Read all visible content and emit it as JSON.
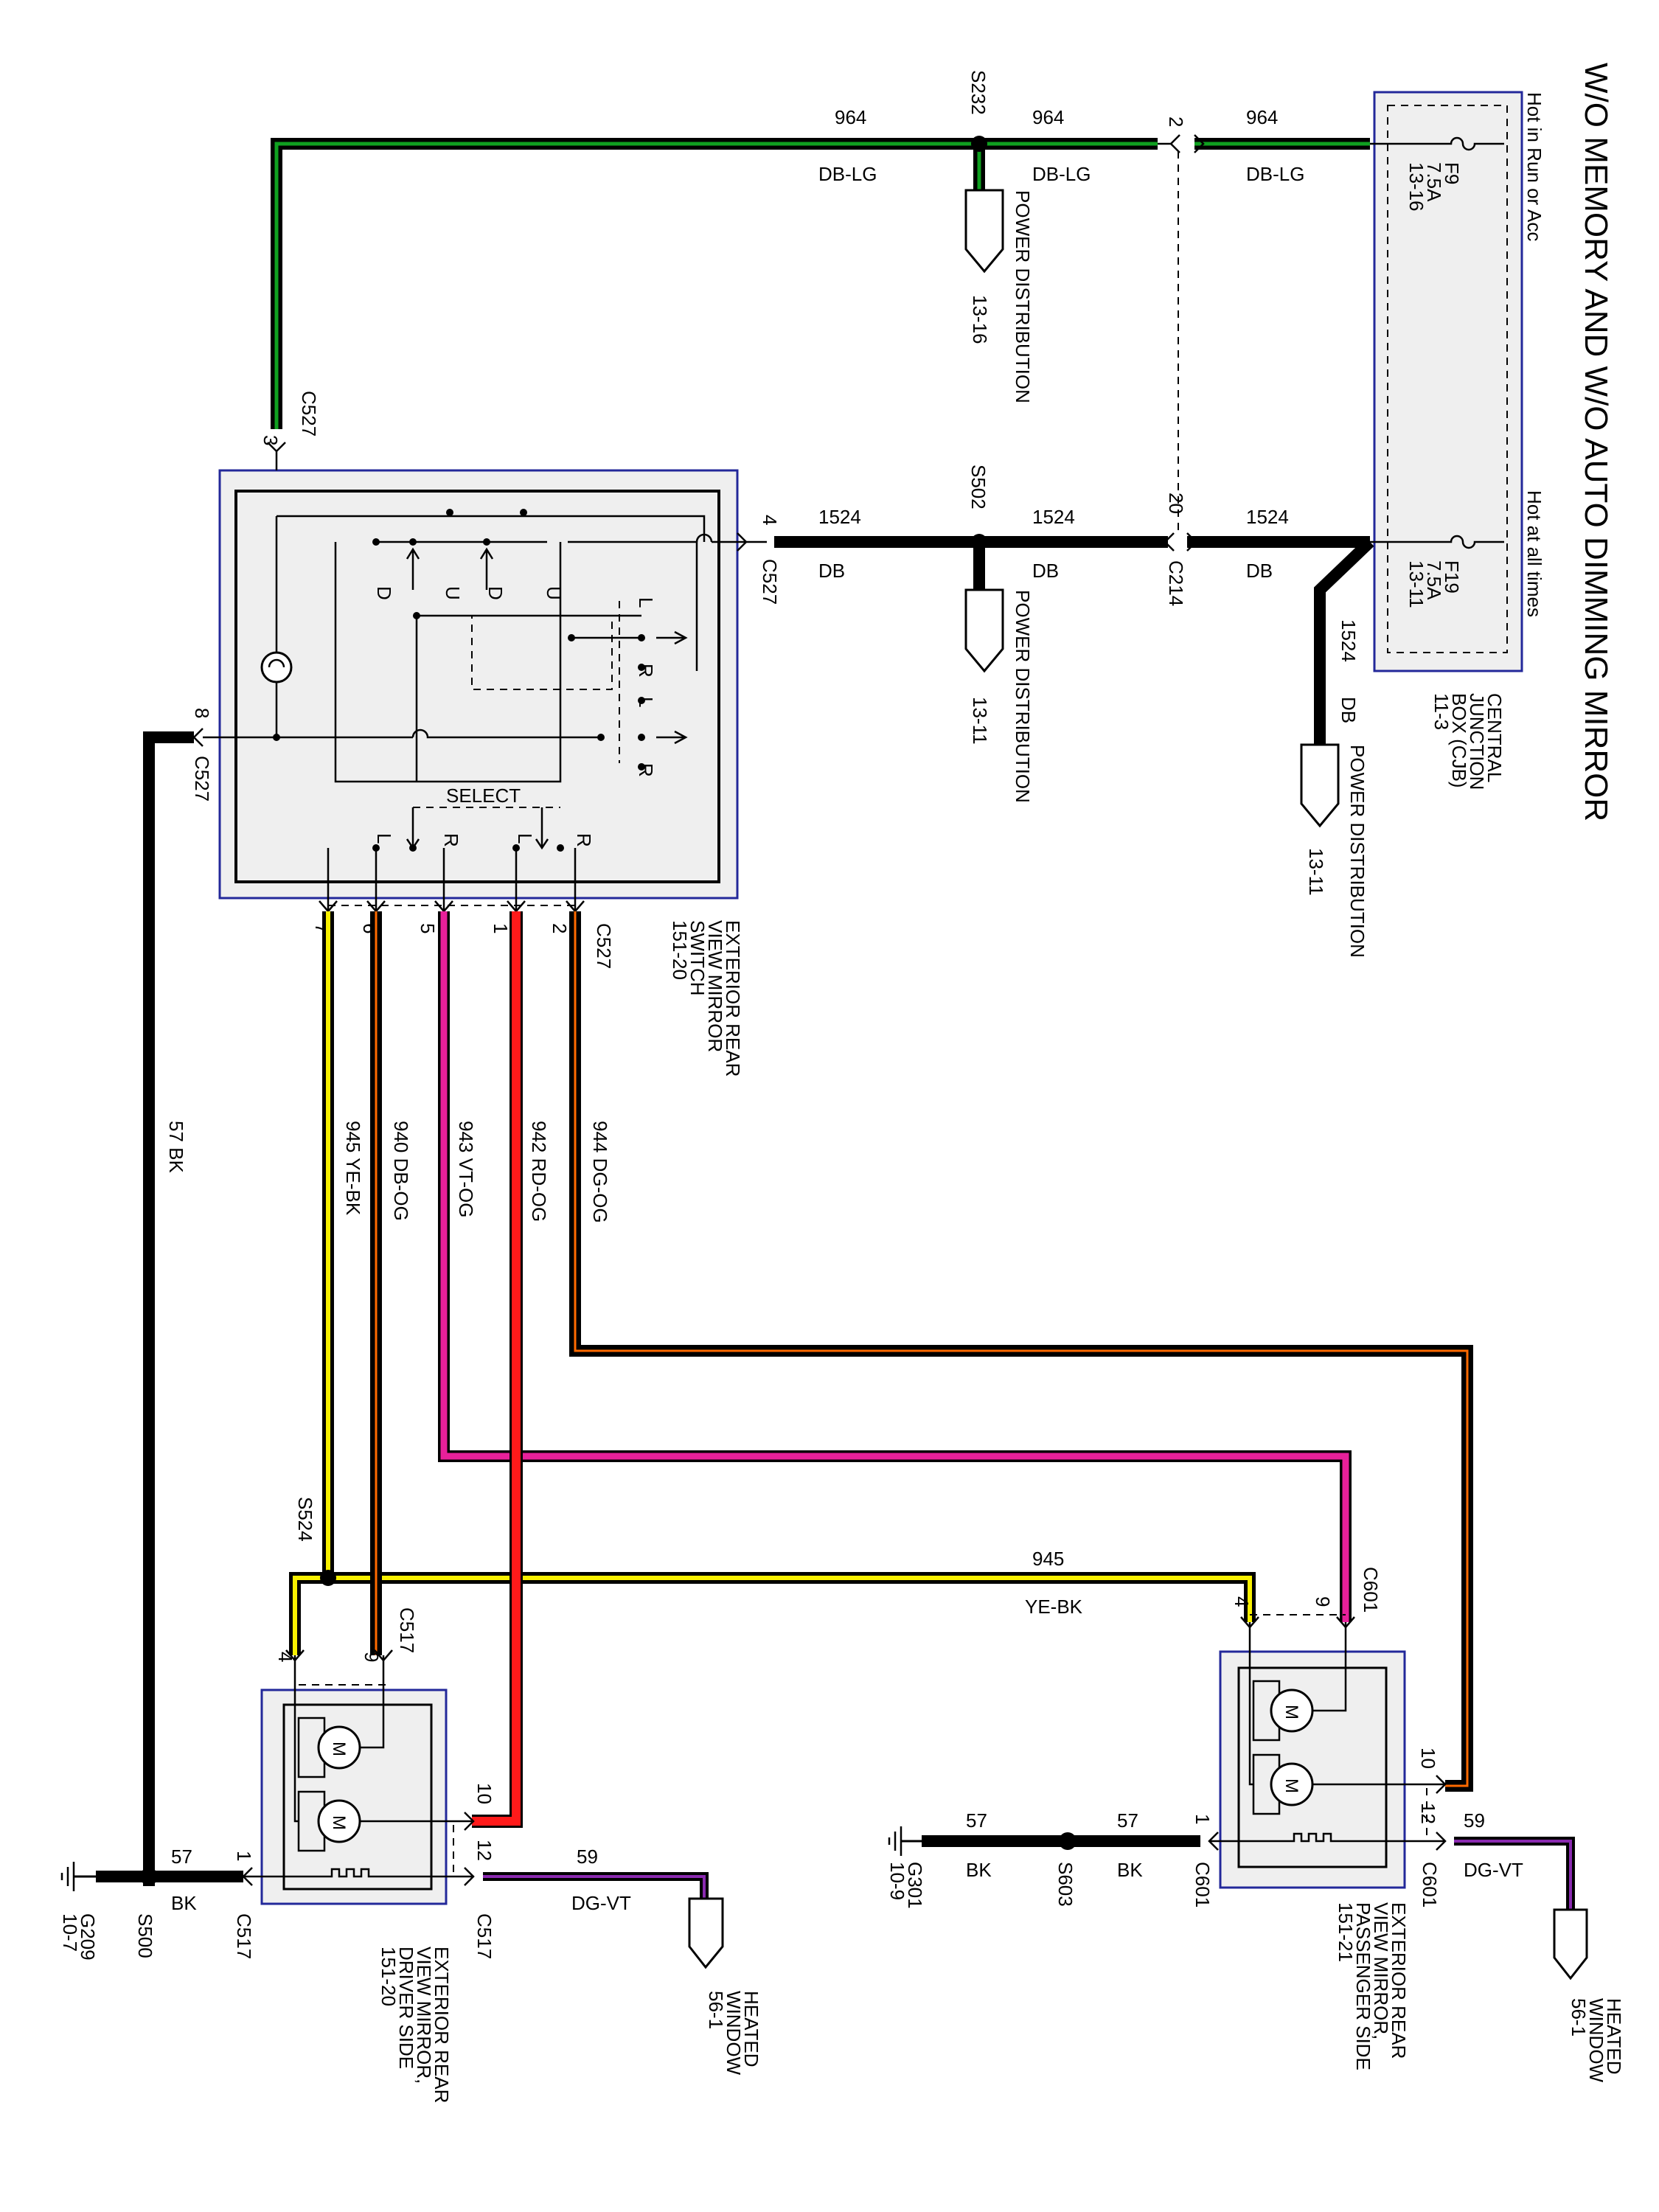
{
  "title": "W/O MEMORY AND W/O AUTO DIMMING MIRROR",
  "cjb": {
    "hot_run_acc": "Hot in Run or Acc",
    "hot_all": "Hot at all times",
    "f9": [
      "F9",
      "7.5A",
      "13-16"
    ],
    "f19": [
      "F19",
      "7.5A",
      "13-11"
    ],
    "name": [
      "CENTRAL",
      "JUNCTION",
      "BOX (CJB)",
      "11-3"
    ]
  },
  "wires": {
    "w964": "964",
    "dblg": "DB-LG",
    "w1524": "1524",
    "db": "DB",
    "w57": "57",
    "bk": "BK",
    "w59": "59",
    "dgvt": "DG-VT",
    "w945": "945",
    "yebk": "YE-BK",
    "v945": "945  YE-BK",
    "v940": "940  DB-OG",
    "v943": "943  VT-OG",
    "v942": "942  RD-OG",
    "v944": "944  DG-OG",
    "v57": "57  BK"
  },
  "splices": {
    "s232": "S232",
    "s502": "S502",
    "s524": "S524",
    "s500": "S500",
    "s603": "S603"
  },
  "connectors": {
    "c527": "C527",
    "c214": "C214",
    "c517": "C517",
    "c601": "C601"
  },
  "pins": {
    "p2": "2",
    "p20": "20",
    "p3": "3",
    "p4": "4",
    "p8": "8",
    "p7": "7",
    "p6": "6",
    "p5": "5",
    "p1": "1",
    "p2b": "2",
    "p9": "9",
    "p10": "10",
    "p12": "12"
  },
  "power_dist": {
    "label": "POWER DISTRIBUTION",
    "ref1316": "13-16",
    "ref1311": "13-11"
  },
  "switch": {
    "name": [
      "EXTERIOR REAR",
      "VIEW MIRROR",
      "SWITCH",
      "151-20"
    ],
    "select": "SELECT",
    "letters": {
      "d": "D",
      "u": "U",
      "l": "L",
      "r": "R"
    }
  },
  "driver_mirror": [
    "EXTERIOR REAR",
    "VIEW MIRROR,",
    "DRIVER SIDE",
    "151-20"
  ],
  "passenger_mirror": [
    "EXTERIOR REAR",
    "VIEW MIRROR,",
    "PASSENGER SIDE",
    "151-21"
  ],
  "heated_window": [
    "HEATED",
    "WINDOW",
    "56-1"
  ],
  "grounds": {
    "g209": [
      "G209",
      "10-7"
    ],
    "g301": [
      "G301",
      "10-9"
    ]
  },
  "motor": "M",
  "colors": {
    "black": "#000000",
    "dark_green": "#10a020",
    "yellow": "#f8f000",
    "red": "#ff1a1a",
    "magenta": "#e8209a",
    "orange": "#ff6a00",
    "violet": "#8a2ab0",
    "box_border": "#23289a",
    "box_fill": "#efefef"
  }
}
